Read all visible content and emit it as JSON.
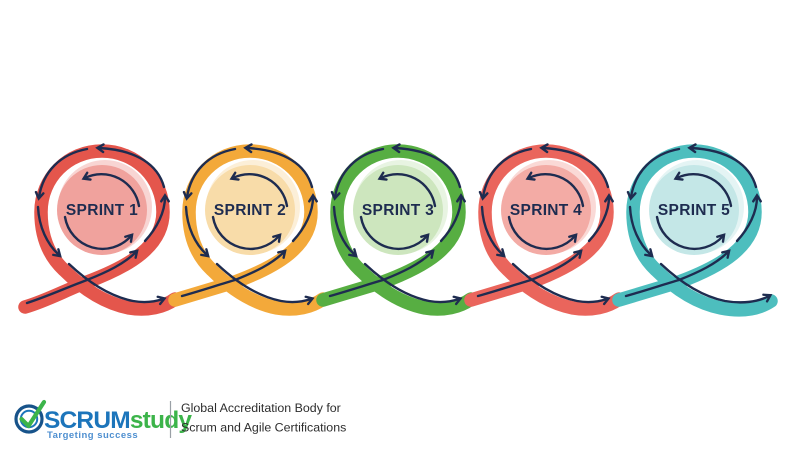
{
  "diagram": {
    "flow_color": "#1E2C50",
    "sprints": [
      {
        "label": "SPRINT 1",
        "loop_color": "#E4564C",
        "fill_color": "#F0A29D"
      },
      {
        "label": "SPRINT 2",
        "loop_color": "#F3A93A",
        "fill_color": "#F8DCA9"
      },
      {
        "label": "SPRINT 3",
        "loop_color": "#57AE42",
        "fill_color": "#CDE6BE"
      },
      {
        "label": "SPRINT 4",
        "loop_color": "#EA655C",
        "fill_color": "#F3ABA5"
      },
      {
        "label": "SPRINT 5",
        "loop_color": "#4DBEBE",
        "fill_color": "#C4E7E7"
      }
    ]
  },
  "footer": {
    "logo": {
      "brand_scrum": "SCRUM",
      "brand_study": "study",
      "tagline": "Targeting success",
      "scrum_color": "#1C75BB",
      "study_color": "#3CB44A",
      "tagline_color": "#4E8FD0",
      "check_color": "#3CB44A",
      "outer_ring_color": "#17538A",
      "inner_ring_color": "#1C75BB"
    },
    "divider_color": "#9AA0A6",
    "accreditation": {
      "line1": "Global Accreditation Body for",
      "line2": "Scrum and Agile Certifications",
      "text_color": "#2D2D2D"
    }
  }
}
